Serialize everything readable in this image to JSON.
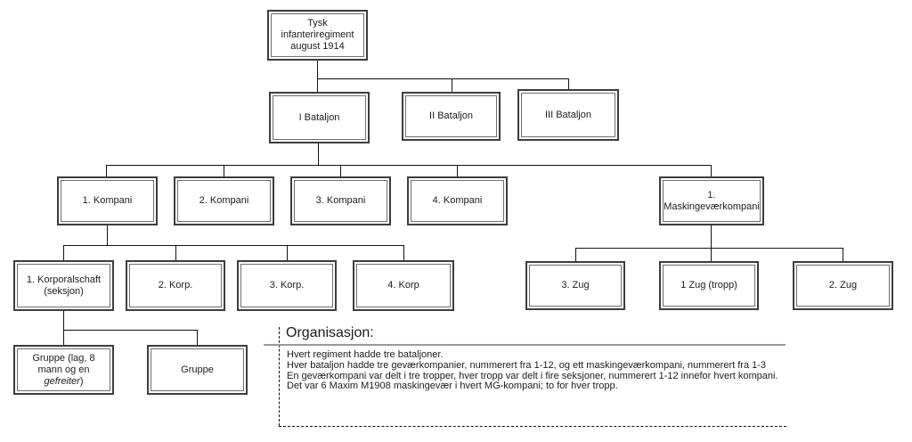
{
  "nodes": {
    "regiment": {
      "label": "Tysk infanteriregiment august 1914"
    },
    "bataljon1": {
      "label": "I Bataljon"
    },
    "bataljon2": {
      "label": "II Bataljon"
    },
    "bataljon3": {
      "label": "III Bataljon"
    },
    "kompani1": {
      "label": "1. Kompani"
    },
    "kompani2": {
      "label": "2. Kompani"
    },
    "kompani3": {
      "label": "3. Kompani"
    },
    "kompani4": {
      "label": "4. Kompani"
    },
    "mgkompani": {
      "label": "1. Maskingeværkompani"
    },
    "korp1": {
      "label": "1. Korporalschaft (seksjon)"
    },
    "korp2": {
      "label": "2. Korp."
    },
    "korp3": {
      "label": "3. Korp."
    },
    "korp4": {
      "label": "4. Korp"
    },
    "zug3": {
      "label": "3. Zug"
    },
    "zug1": {
      "label": "1 Zug (tropp)"
    },
    "zug2": {
      "label": "2. Zug"
    },
    "gruppe_lag": {
      "label_start": "Gruppe (lag, 8 mann og en ",
      "label_italic": "gefreiter",
      "label_end": ")"
    },
    "gruppe": {
      "label": "Gruppe"
    }
  },
  "panel": {
    "heading": "Organisasjon:",
    "lines": [
      "Hvert regiment hadde tre bataljoner.",
      "Hver bataljon hadde tre geværkompanier, nummerert fra 1-12, og ett maskingeværkompani, nummerert fra 1-3",
      "En geværkompani var delt i tre tropper, hver tropp var delt i fire seksjoner, nummerert 1-12 innefor hvert kompani.",
      "Det var 6 Maxim M1908 maskingevær i hvert MG-kompani; to for hver tropp."
    ]
  },
  "colors": {
    "box_outer_border": "#3d3d3d",
    "box_inner_border": "#6e6e6e",
    "connector": "#111111",
    "panel_rule": "#9a9a9a",
    "background": "#ffffff"
  }
}
